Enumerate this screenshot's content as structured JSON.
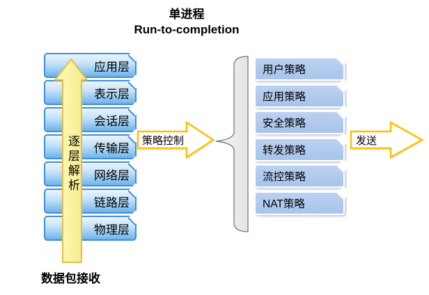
{
  "title": {
    "line1": "单进程",
    "line2": "Run-to-completion"
  },
  "osi_stack": {
    "layers": [
      "应用层",
      "表示层",
      "会话层",
      "传输层",
      "网络层",
      "链路层",
      "物理层"
    ],
    "up_arrow_label": "逐层解析",
    "bottom_label": "数据包接收"
  },
  "policy_control_arrow": {
    "label": "策略控制"
  },
  "send_arrow": {
    "label": "发送"
  },
  "policies": [
    "用户策略",
    "应用策略",
    "安全策略",
    "转发策略",
    "流控策略",
    "NAT策略"
  ],
  "colors": {
    "layer_box_border": "#3E8ED6",
    "layer_box_fill_bottom": "#6FB2EC",
    "policy_box_fill": "#AEC9EE",
    "block_arrow_outline": "#FFC000",
    "big_arrow_fill": "#FAF2A0",
    "big_arrow_border": "#E5BE3D",
    "brace_fill": "#EBEBEB"
  }
}
